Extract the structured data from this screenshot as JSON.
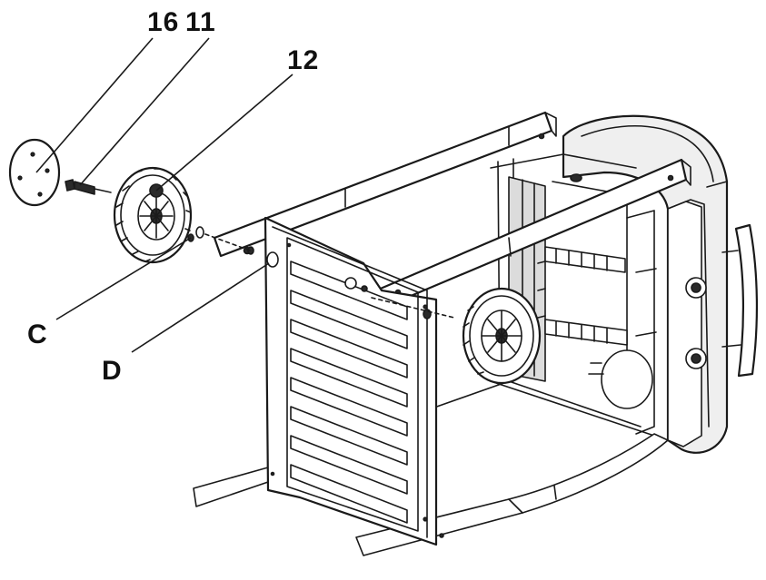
{
  "labels": {
    "part_16": "16",
    "part_11": "11",
    "part_12": "12",
    "hardware_c": "C",
    "hardware_d": "D"
  },
  "colors": {
    "line": "#1a1a1a",
    "background": "#ffffff",
    "shade": "#dcdcdc"
  }
}
